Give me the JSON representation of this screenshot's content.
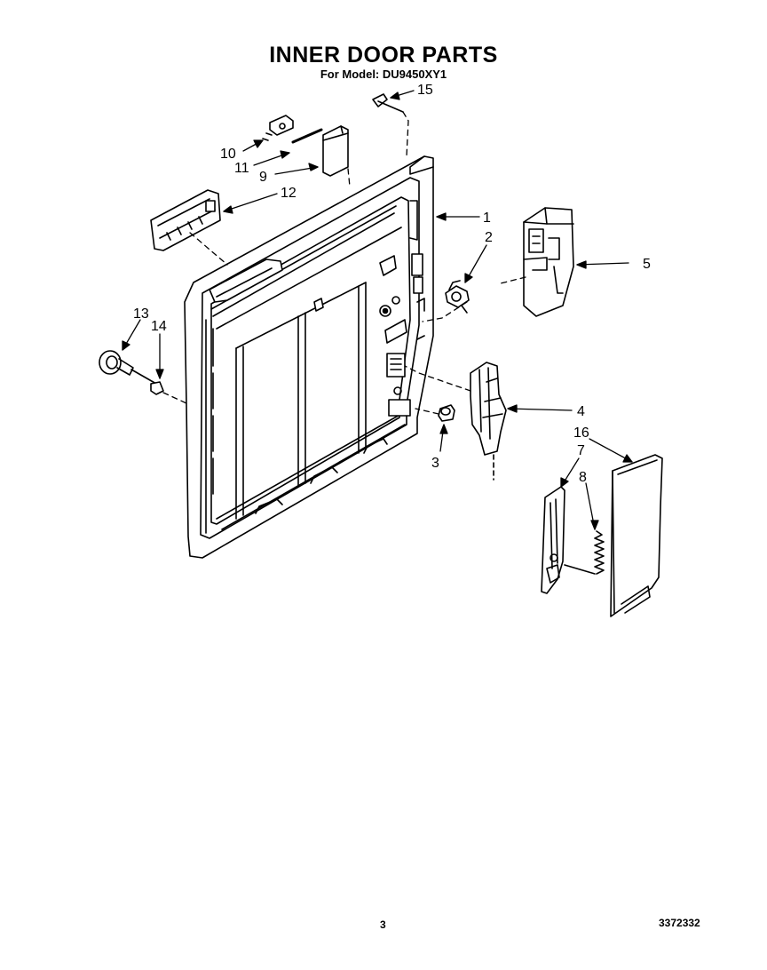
{
  "header": {
    "title": "INNER DOOR PARTS",
    "subtitle": "For Model: DU9450XY1"
  },
  "callouts": [
    "1",
    "2",
    "3",
    "4",
    "5",
    "7",
    "8",
    "9",
    "10",
    "11",
    "12",
    "13",
    "14",
    "15",
    "16"
  ],
  "footer": {
    "page_number": "3",
    "document_number": "3372332"
  }
}
